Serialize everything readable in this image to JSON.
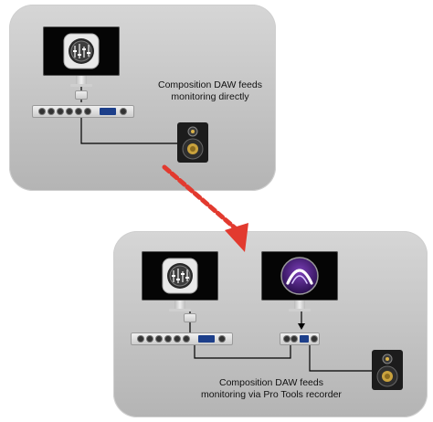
{
  "captions": {
    "top": [
      "Composition DAW feeds",
      "monitoring directly"
    ],
    "bottom": [
      "Composition DAW feeds",
      "monitoring via Pro Tools recorder"
    ]
  },
  "icons": {
    "logic_app": "logic-pro-icon",
    "protools_app": "pro-tools-icon",
    "transition_arrow": "red-dashed-arrow",
    "speaker": "studio-monitor-speaker"
  },
  "colors": {
    "panel": "#c4c4c4",
    "arrow": "#e23a2f",
    "wire": "#000000",
    "interface_display": "#1d3f8a"
  }
}
